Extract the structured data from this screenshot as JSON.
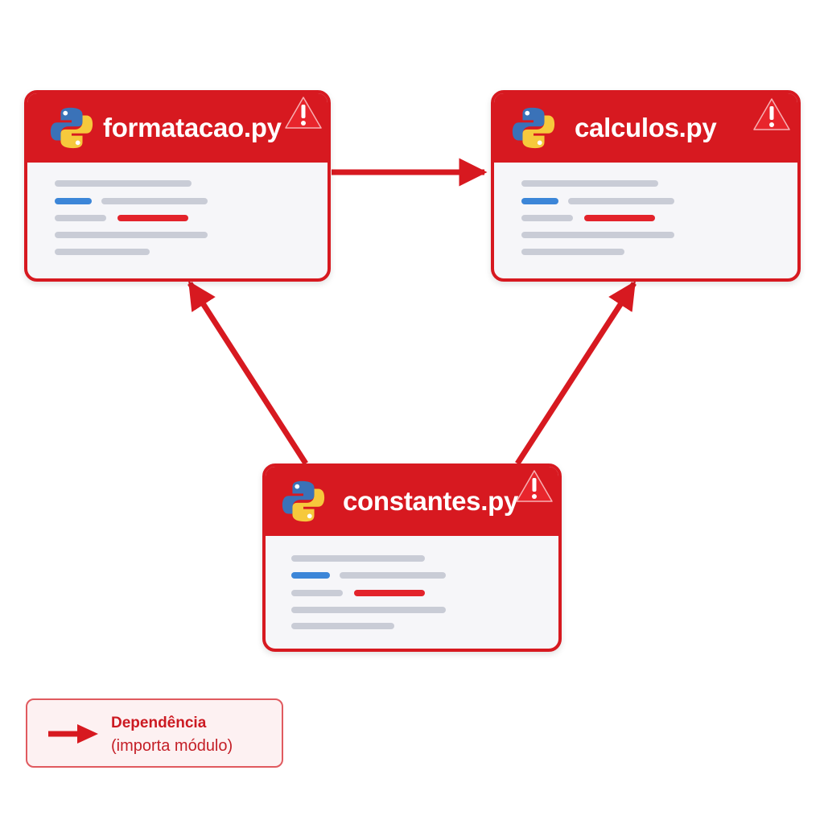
{
  "colors": {
    "accent": "#d71920",
    "card_body": "#f6f6f9",
    "code_gray": "#c9ccd6",
    "code_blue": "#3c86d8",
    "code_red": "#e3232b",
    "python_blue": "#3a72b8",
    "python_yellow": "#f6c93c"
  },
  "modules": {
    "formatacao": {
      "name": "formatacao.py",
      "icon": "python-logo-icon",
      "status_icon": "warning-icon"
    },
    "calculos": {
      "name": "calculos.py",
      "icon": "python-logo-icon",
      "status_icon": "warning-icon"
    },
    "constantes": {
      "name": "constantes.py",
      "icon": "python-logo-icon",
      "status_icon": "warning-icon"
    }
  },
  "dependencies": [
    {
      "from": "formatacao.py",
      "to": "calculos.py"
    },
    {
      "from": "constantes.py",
      "to": "formatacao.py"
    },
    {
      "from": "constantes.py",
      "to": "calculos.py"
    }
  ],
  "legend": {
    "title": "Dependência",
    "description": "(importa módulo)",
    "icon": "red-arrow-icon"
  }
}
